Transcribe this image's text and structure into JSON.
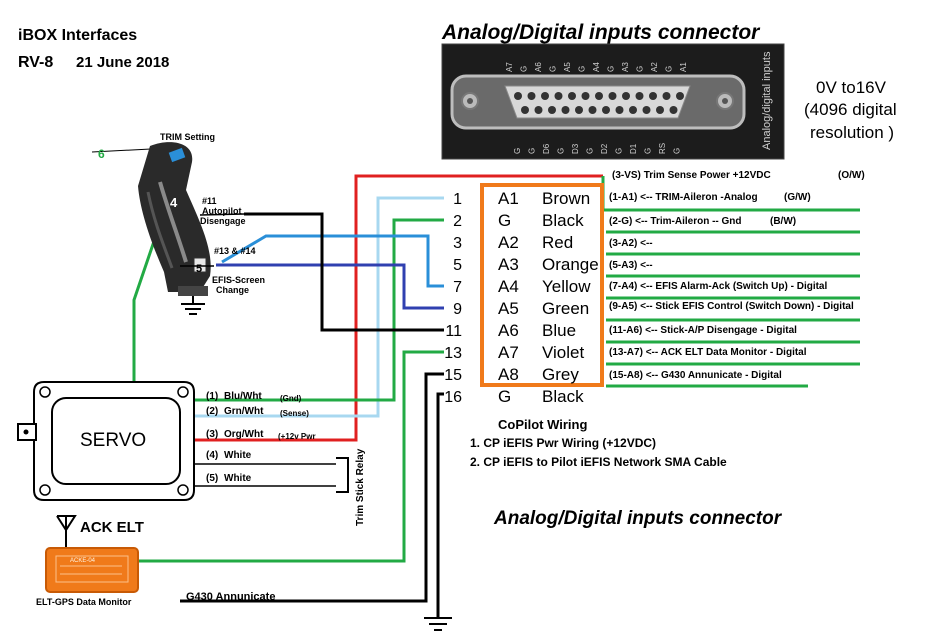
{
  "title": {
    "line1": "iBOX Interfaces",
    "model": "RV-8",
    "date": "21 June 2018"
  },
  "connector_heading": "Analog/Digital inputs connector",
  "connector_heading_bottom": "Analog/Digital inputs connector",
  "voltage_note": {
    "line1": "0V to16V",
    "line2": "(4096 digital",
    "line3": "resolution )"
  },
  "photo": {
    "side_label": "Analog/digital inputs",
    "top_pins": [
      "A7",
      "G",
      "A6",
      "G",
      "A5",
      "G",
      "A4",
      "G",
      "A3",
      "G",
      "A2",
      "G",
      "A1"
    ],
    "bottom_pins": [
      "G",
      "G",
      "D6",
      "G",
      "D3",
      "G",
      "D2",
      "G",
      "D1",
      "G",
      "RS",
      "G"
    ]
  },
  "stick": {
    "trim_setting": "TRIM Setting",
    "num6": "6",
    "num4": "4",
    "autopilot": [
      "#11",
      "Autopilot",
      "Disengage"
    ],
    "efis_switch": "#13 & #14",
    "num5": "5",
    "efis_screen": [
      "EFIS-Screen",
      "Change"
    ]
  },
  "servo": {
    "label": "SERVO",
    "wires": [
      {
        "num": "(1)",
        "name": "Blu/Wht",
        "note": "(Gnd)"
      },
      {
        "num": "(2)",
        "name": "Grn/Wht",
        "note": "(Sense)"
      },
      {
        "num": "(3)",
        "name": "Org/Wht",
        "note": "(+12v Pwr"
      },
      {
        "num": "(4)",
        "name": "White",
        "note": ""
      },
      {
        "num": "(5)",
        "name": "White",
        "note": ""
      }
    ],
    "relay": "Trim Stick Relay"
  },
  "elt": {
    "label": "ACK ELT",
    "monitor": "ELT-GPS Data Monitor",
    "device_text": "ACKE-04"
  },
  "g430": "G430 Annunicate",
  "pins": [
    {
      "num": "1",
      "pin": "A1",
      "color": "Brown"
    },
    {
      "num": "2",
      "pin": "G",
      "color": "Black"
    },
    {
      "num": "3",
      "pin": "A2",
      "color": "Red"
    },
    {
      "num": "5",
      "pin": "A3",
      "color": "Orange"
    },
    {
      "num": "7",
      "pin": "A4",
      "color": "Yellow"
    },
    {
      "num": "9",
      "pin": "A5",
      "color": "Green"
    },
    {
      "num": "11",
      "pin": "A6",
      "color": "Blue"
    },
    {
      "num": "13",
      "pin": "A7",
      "color": "Violet"
    },
    {
      "num": "15",
      "pin": "A8",
      "color": "Grey"
    },
    {
      "num": "16",
      "pin": "G",
      "color": "Black"
    }
  ],
  "functions": [
    {
      "code": "(3-VS)",
      "text": "Trim Sense Power +12VDC",
      "suffix": "(O/W)"
    },
    {
      "code": "(1-A1)",
      "text": "<-- TRIM-Aileron -Analog",
      "suffix": "(G/W)"
    },
    {
      "code": "(2-G)",
      "text": "<-- Trim-Aileron -- Gnd",
      "suffix": "(B/W)"
    },
    {
      "code": "(3-A2)",
      "text": "<--",
      "suffix": ""
    },
    {
      "code": "(5-A3)",
      "text": "<--",
      "suffix": ""
    },
    {
      "code": "(7-A4)",
      "text": "<-- EFIS Alarm-Ack (Switch Up) - Digital",
      "suffix": ""
    },
    {
      "code": "(9-A5)",
      "text": "<-- Stick EFIS Control (Switch Down) - Digital",
      "suffix": ""
    },
    {
      "code": "(11-A6)",
      "text": "<-- Stick-A/P Disengage - Digital",
      "suffix": ""
    },
    {
      "code": "(13-A7)",
      "text": "<-- ACK ELT Data Monitor - Digital",
      "suffix": ""
    },
    {
      "code": "(15-A8)",
      "text": "<-- G430 Annunicate - Digital",
      "suffix": ""
    }
  ],
  "copilot": {
    "heading": "CoPilot  Wiring",
    "items": [
      "1.  CP iEFIS Pwr Wiring (+12VDC)",
      "2.  CP iEFIS to Pilot iEFIS Network SMA Cable"
    ]
  },
  "colors": {
    "red": "#e02020",
    "green": "#22aa44",
    "lightblue": "#a8d8f0",
    "blue": "#2a8fd8",
    "darkblue": "#3040b0",
    "black": "#000000",
    "orange": "#f07a1a"
  }
}
